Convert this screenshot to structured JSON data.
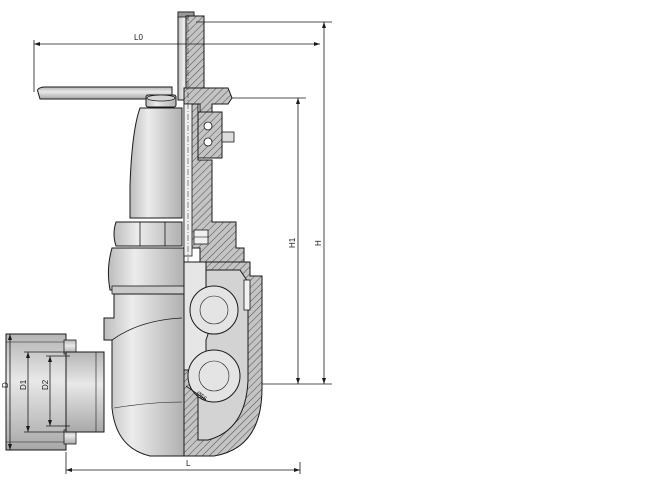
{
  "drawing": {
    "colors": {
      "line": "#1a1a1a",
      "body_light": "#e2e2e2",
      "body_mid": "#cfcfcf",
      "body_dark": "#a9a9a9",
      "section_fill": "#bdbdbd",
      "hatch": "#555555"
    },
    "labels": {
      "L0": "L0",
      "H": "H",
      "H1": "H1",
      "L": "L",
      "D": "D",
      "D1": "D1",
      "D2": "D2",
      "bore": "Ø56"
    }
  }
}
